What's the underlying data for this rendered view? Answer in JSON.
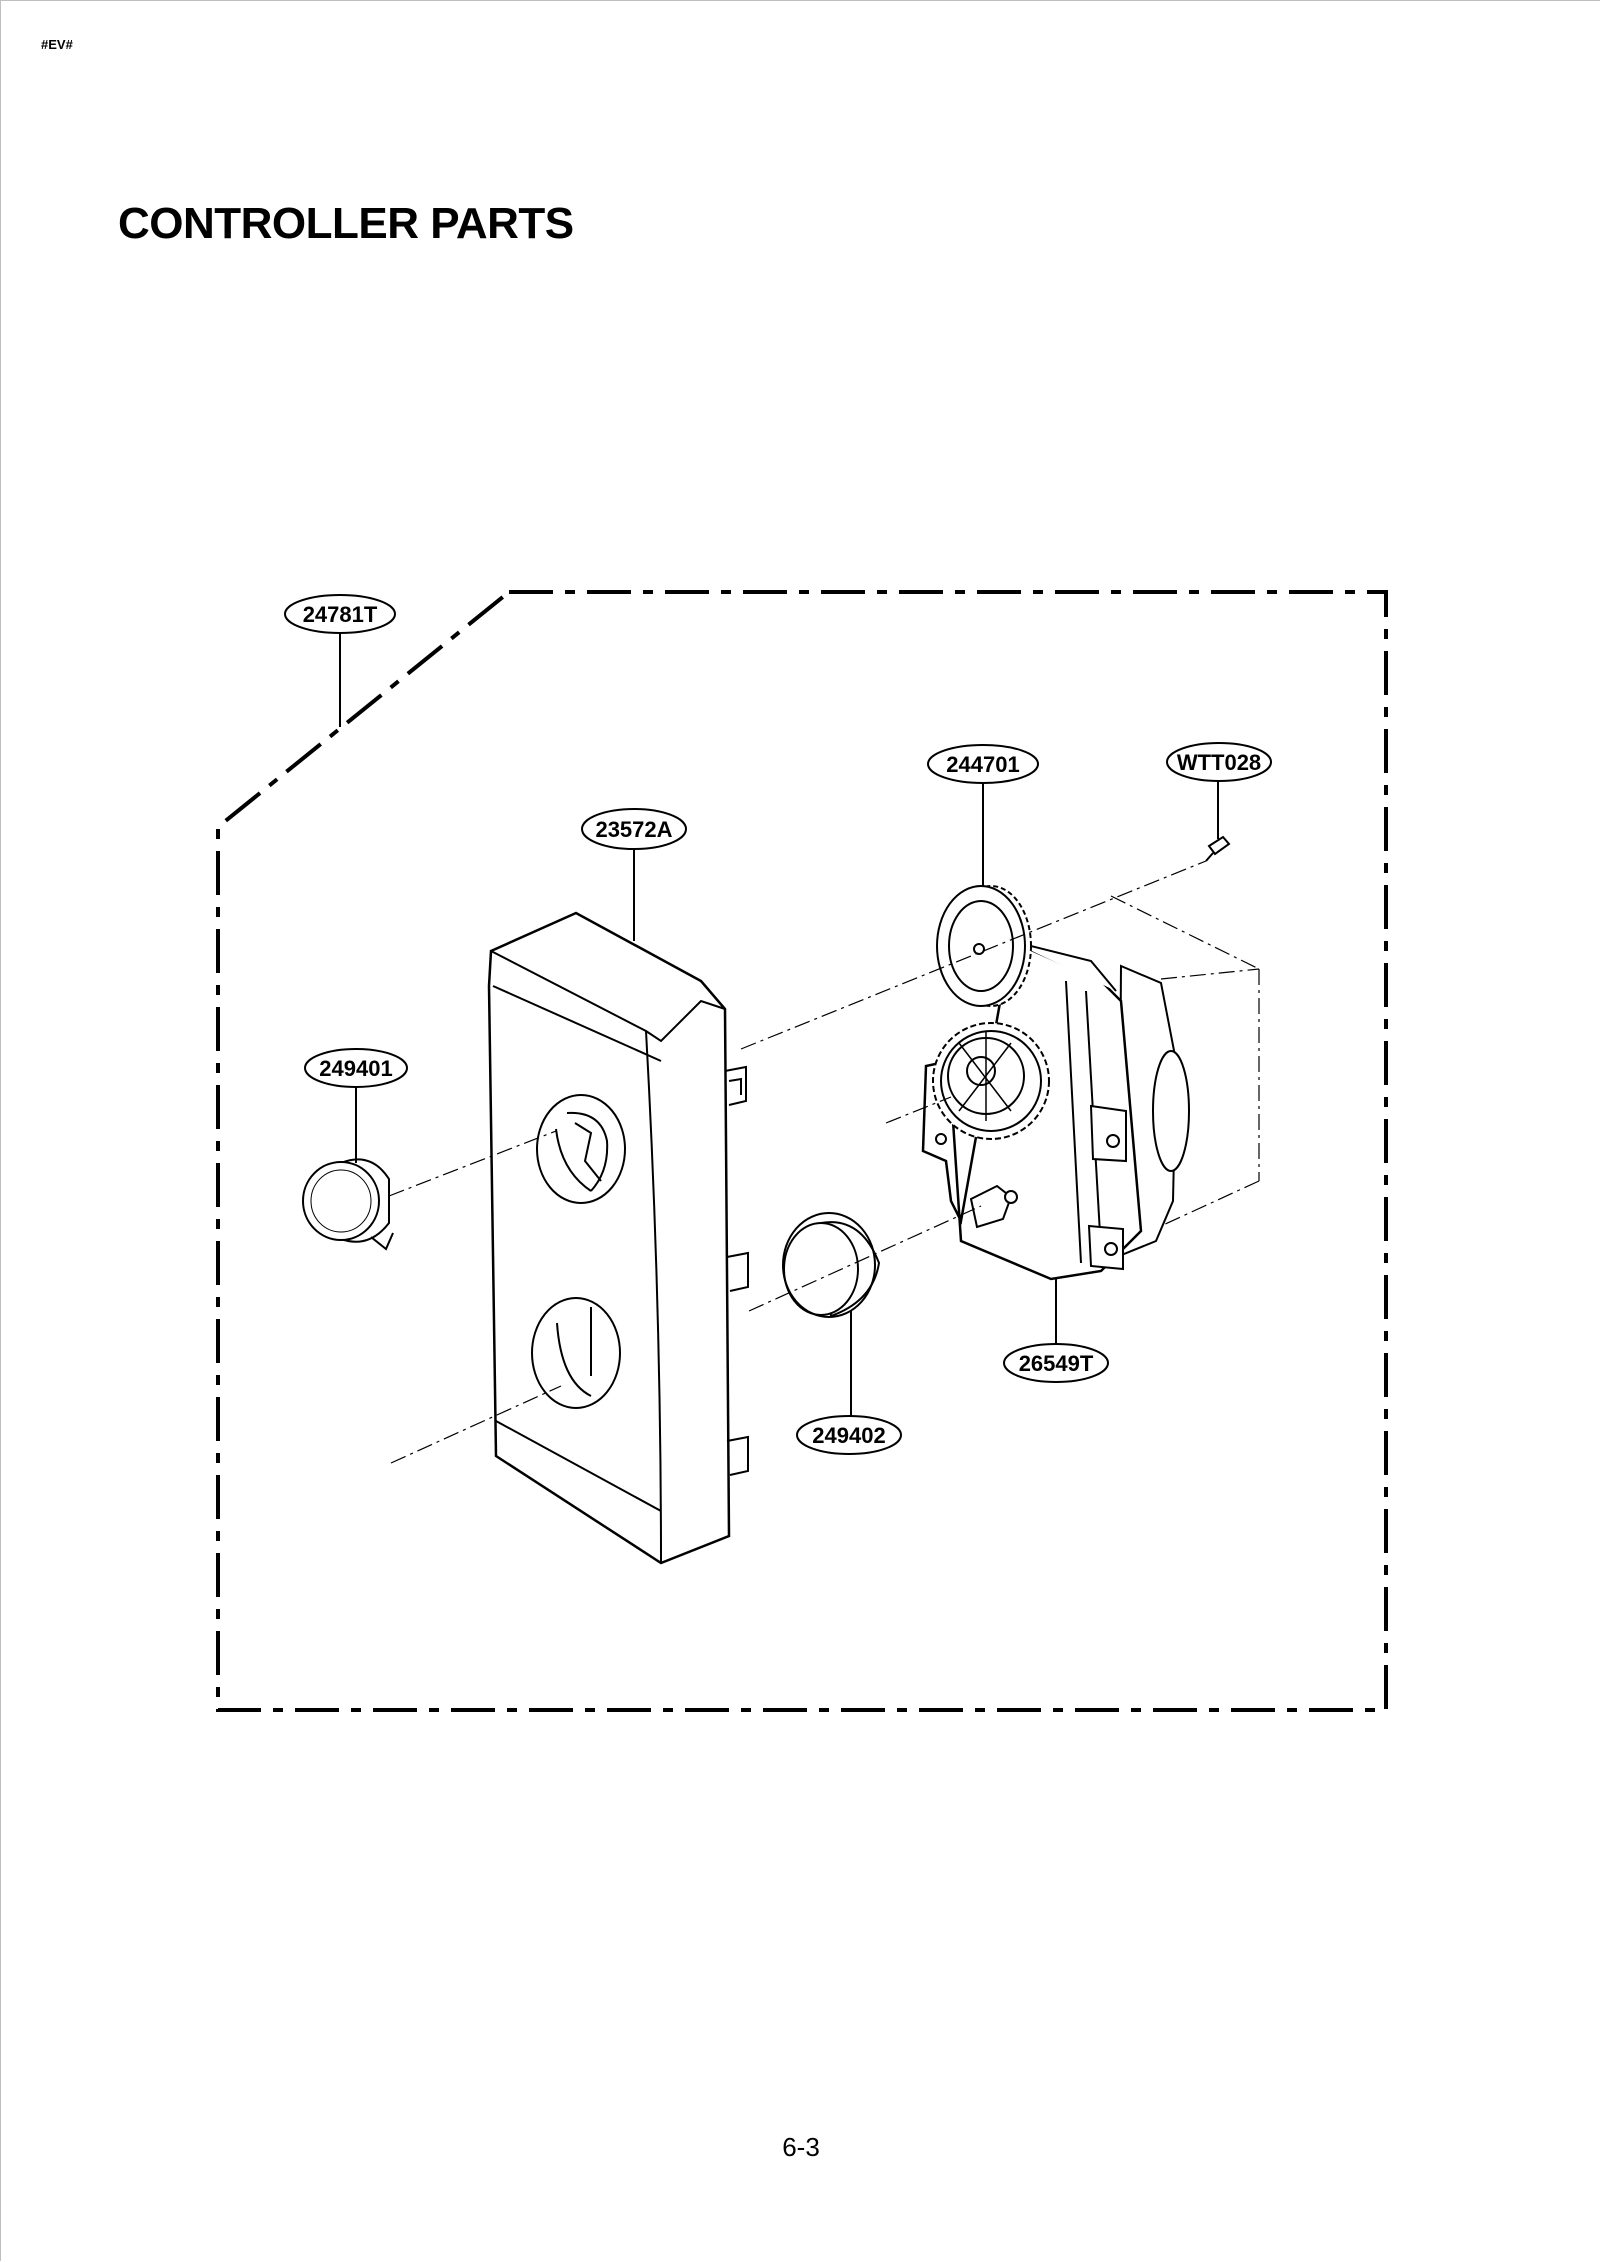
{
  "header": {
    "code": "#EV#"
  },
  "title": "CONTROLLER PARTS",
  "page_number": "6-3",
  "parts": [
    {
      "id": "24781T"
    },
    {
      "id": "244701"
    },
    {
      "id": "WTT028"
    },
    {
      "id": "23572A"
    },
    {
      "id": "249401"
    },
    {
      "id": "26549T"
    },
    {
      "id": "249402"
    }
  ]
}
